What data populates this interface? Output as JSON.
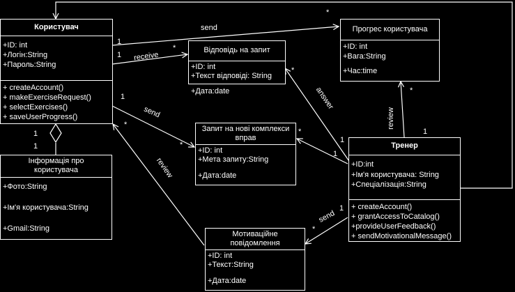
{
  "classes": {
    "user": {
      "name": "Користувач",
      "attributes": [
        "+ID: int",
        "+Логін:String",
        "+Пароль:String"
      ],
      "operations": [
        "+ createAccount()",
        "+ makeExerciseRequest()",
        "+ selectExercises()",
        "+ saveUserProgress()"
      ]
    },
    "user_info": {
      "name": "Інформація про користувача",
      "attributes": [
        "+Фото:String",
        "+Ім'я користувача:String",
        "+Gmail:String"
      ]
    },
    "answer": {
      "name": "Відповідь на запит",
      "attributes": [
        "+ID: int",
        "+Текст відповіді: String",
        "+Дата:date"
      ]
    },
    "progress": {
      "name": "Прогрес користувача",
      "attributes": [
        "+ID: int",
        "+Вага:String",
        "+Час:time"
      ]
    },
    "request": {
      "name": "Запит на нові комплекси вправ",
      "attributes": [
        "+ID: int",
        "+Мета запиту:String",
        "+Дата:date"
      ]
    },
    "coach": {
      "name": "Тренер",
      "attributes": [
        "+ID:int",
        "+Ім'я користувача: String",
        "+Спеціалізація:String"
      ],
      "operations": [
        "+ createAccount()",
        "+ grantAccessToCatalog()",
        "+provideUserFeedback()",
        "+ sendMotivationalMessage()"
      ]
    },
    "motivation": {
      "name": "Мотиваційне повідомлення",
      "attributes": [
        "+ID: int",
        "+Текст:String",
        "+Дата:date"
      ]
    }
  },
  "labels": {
    "send_progress": "send",
    "receive": "receive",
    "send_request": "send",
    "answer": "answer",
    "review_progress": "review",
    "review_motivation": "review",
    "send_motivation": "send"
  },
  "multiplicities": {
    "user_progress_src": "1",
    "coach_progress_star": "*",
    "user_receive_src": "1",
    "receive_star": "*",
    "user_send_src": "1",
    "send_request_star": "*",
    "coach_answer_star": "*",
    "coach_answer_src": "1",
    "coach_request_star": "*",
    "coach_request_src": "1",
    "coach_review_star": "*",
    "coach_review_src": "1",
    "coach_send_src": "1",
    "motivation_star": "*",
    "review_user_star": "*",
    "user_info_one_a": "1",
    "user_info_one_b": "1"
  }
}
